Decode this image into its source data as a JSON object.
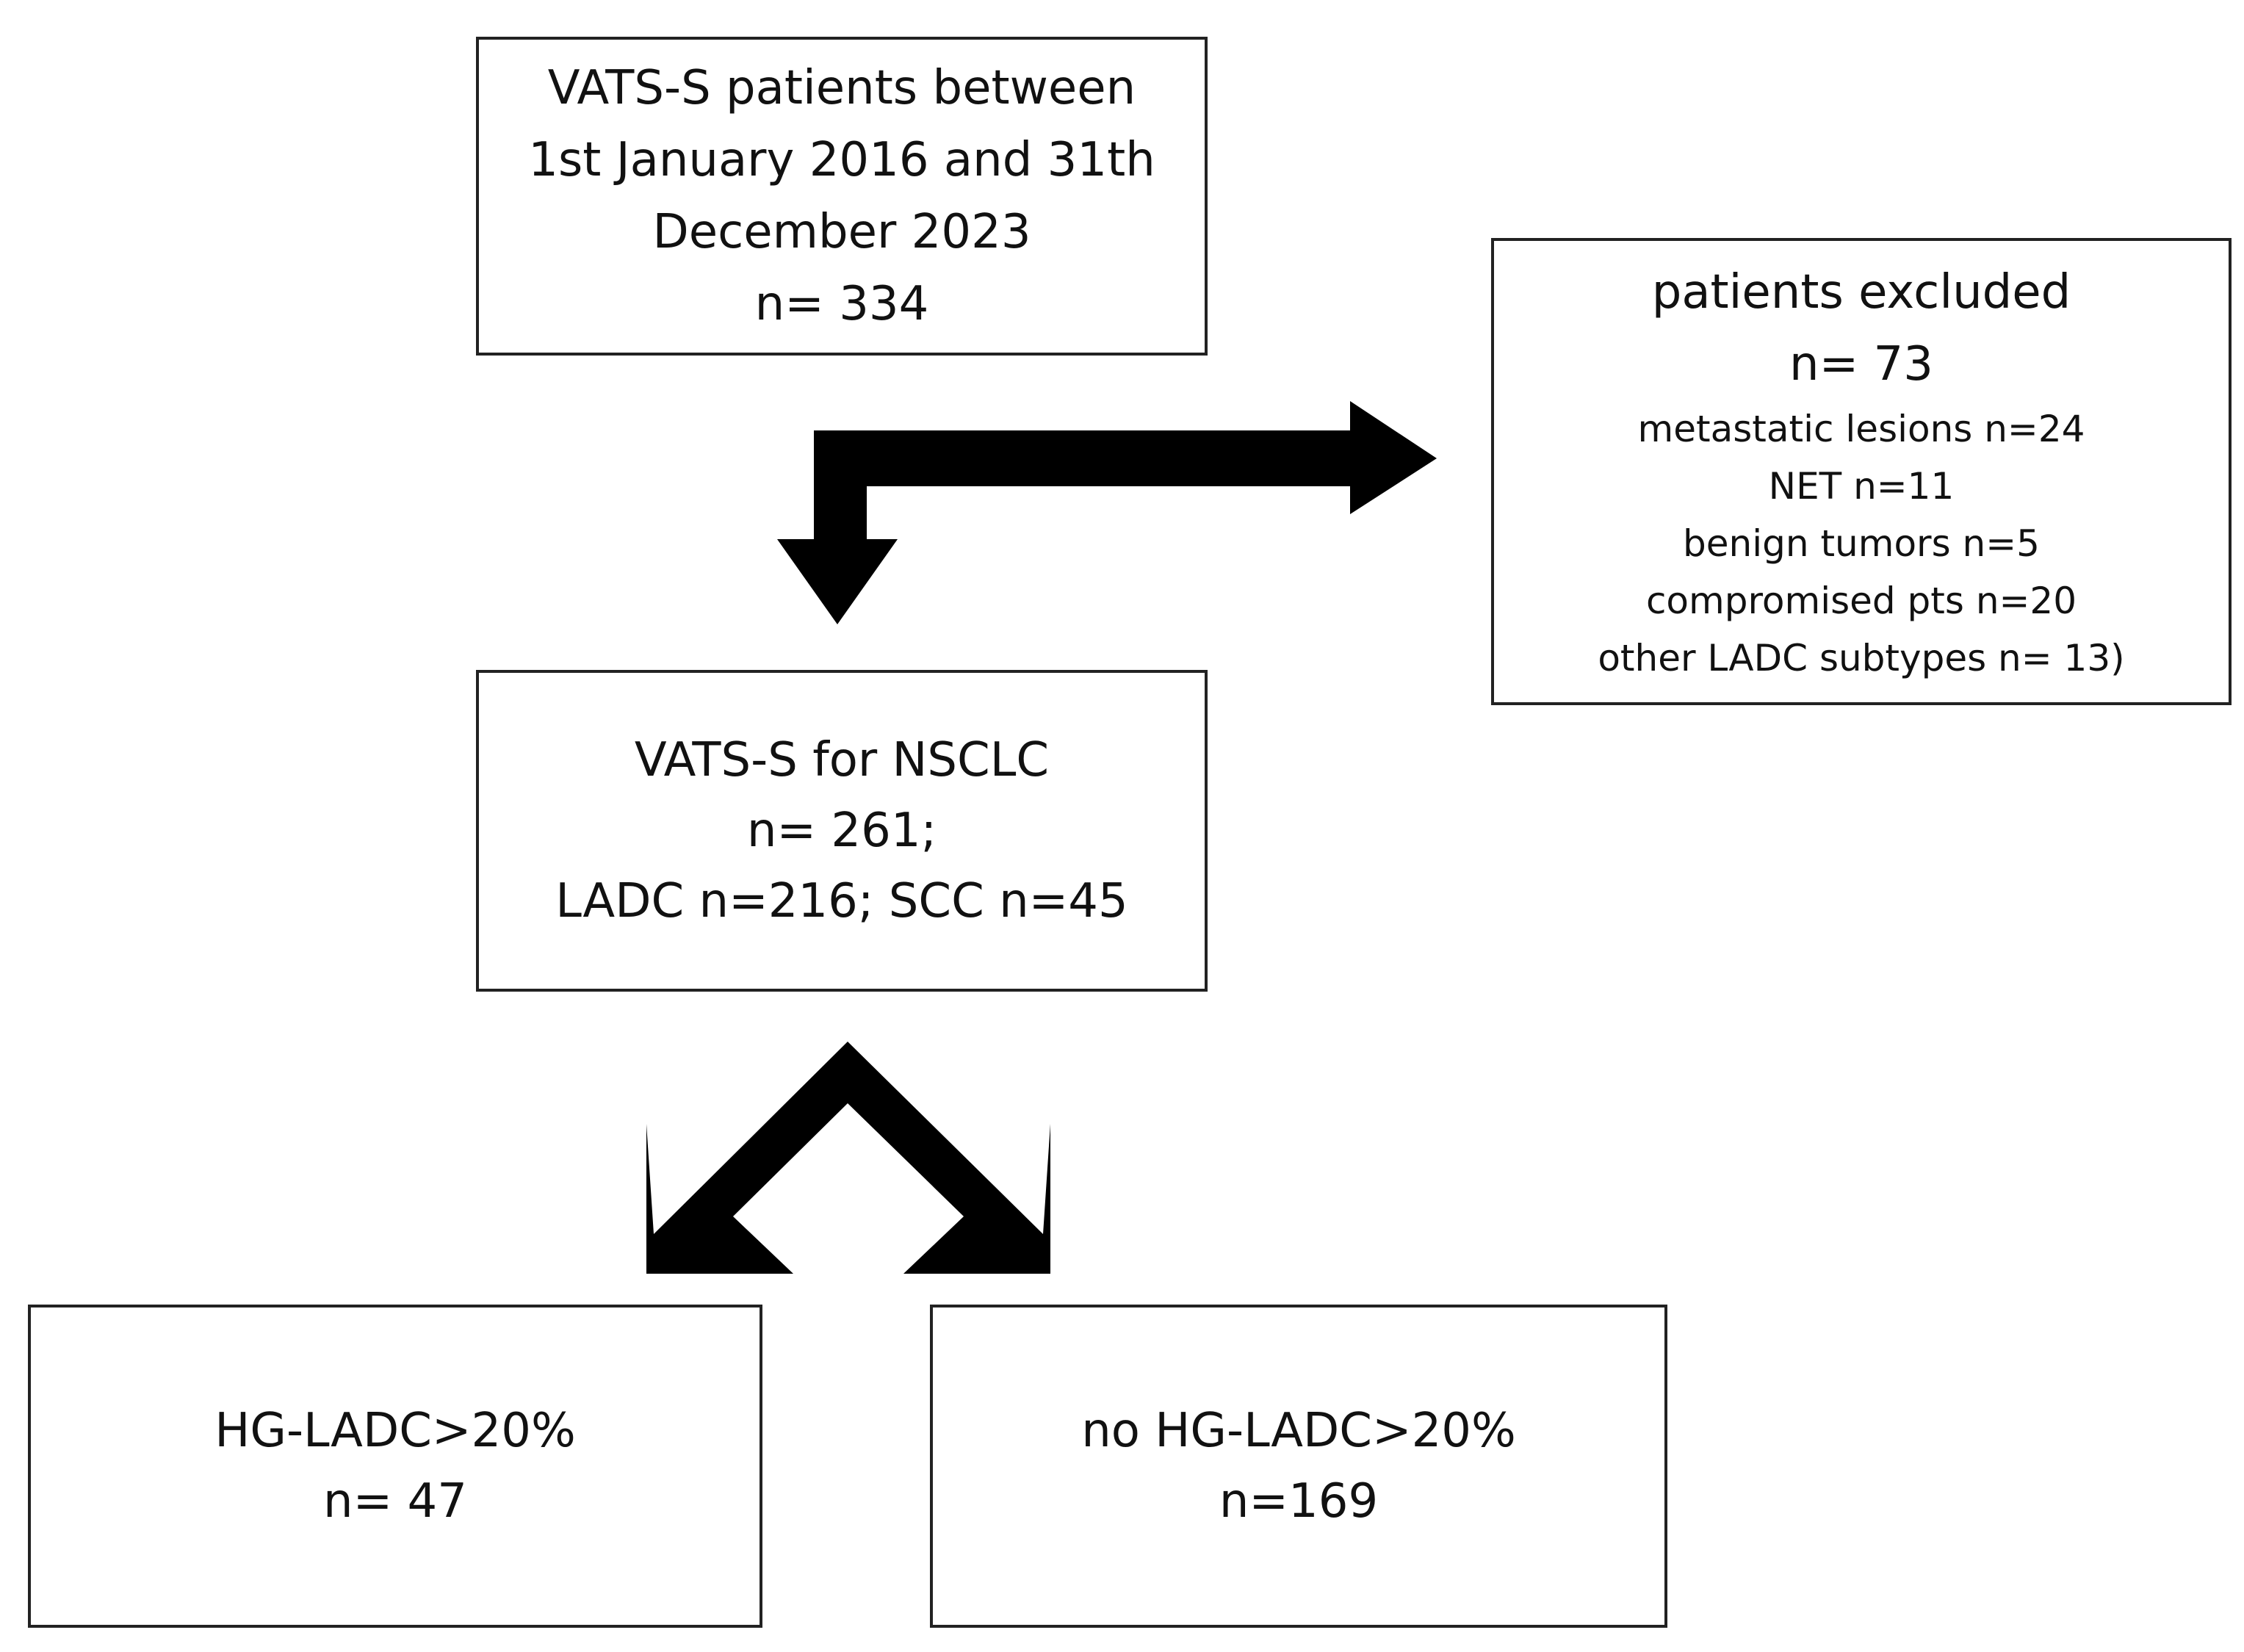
{
  "boxes": {
    "start": {
      "lines": [
        "VATS-S patients between",
        "1st January 2016 and 31th",
        "December 2023",
        "n= 334"
      ]
    },
    "excluded": {
      "title": "patients excluded",
      "count": "n= 73",
      "items": [
        "metastatic lesions n=24",
        "NET n=11",
        "benign tumors n=5",
        "compromised pts n=20",
        "other LADC subtypes n= 13)"
      ]
    },
    "nsclc": {
      "lines": [
        "VATS-S for NSCLC",
        "n= 261;",
        "LADC n=216; SCC n=45"
      ]
    },
    "hg": {
      "lines": [
        "HG-LADC>20%",
        "n= 47"
      ]
    },
    "no_hg": {
      "lines": [
        "no HG-LADC>20%",
        "n=169"
      ]
    }
  },
  "colors": {
    "arrow": "#000000",
    "border": "#222222",
    "text": "#111111"
  }
}
